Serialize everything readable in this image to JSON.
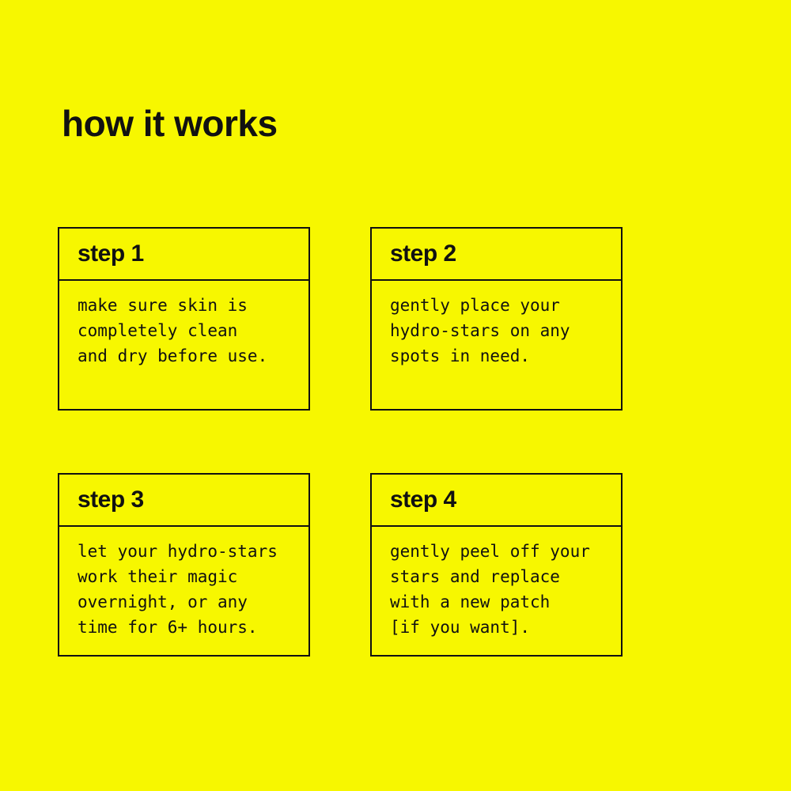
{
  "page": {
    "title": "how it works",
    "background_color": "#f7f700",
    "text_color": "#111111",
    "border_color": "#111111"
  },
  "steps": [
    {
      "label": "step 1",
      "body": "make sure skin is\ncompletely clean\nand dry before use."
    },
    {
      "label": "step 2",
      "body": "gently place your\nhydro-stars on any\nspots in need."
    },
    {
      "label": "step 3",
      "body": "let your hydro-stars\nwork their magic\novernight, or any\ntime for 6+ hours."
    },
    {
      "label": "step 4",
      "body": "gently peel off your\nstars and replace\nwith a new patch\n[if you want]."
    }
  ]
}
